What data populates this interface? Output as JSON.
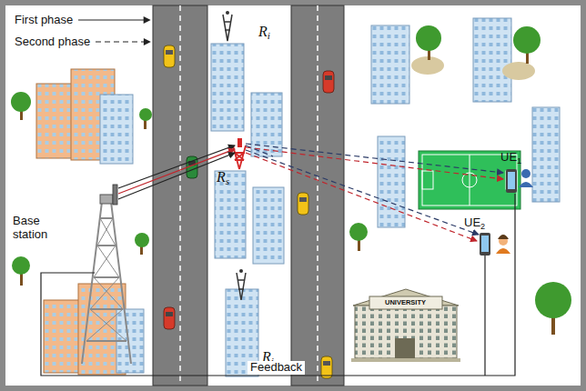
{
  "diagram": {
    "labels": [
      "Ri",
      "Rs",
      "Ri",
      "Base station",
      "UE1",
      "UE2",
      "UNIVERSITY",
      "Feedback"
    ],
    "legend": [
      {
        "text": "First phase"
      },
      {
        "text": "Second phase"
      }
    ]
  }
}
